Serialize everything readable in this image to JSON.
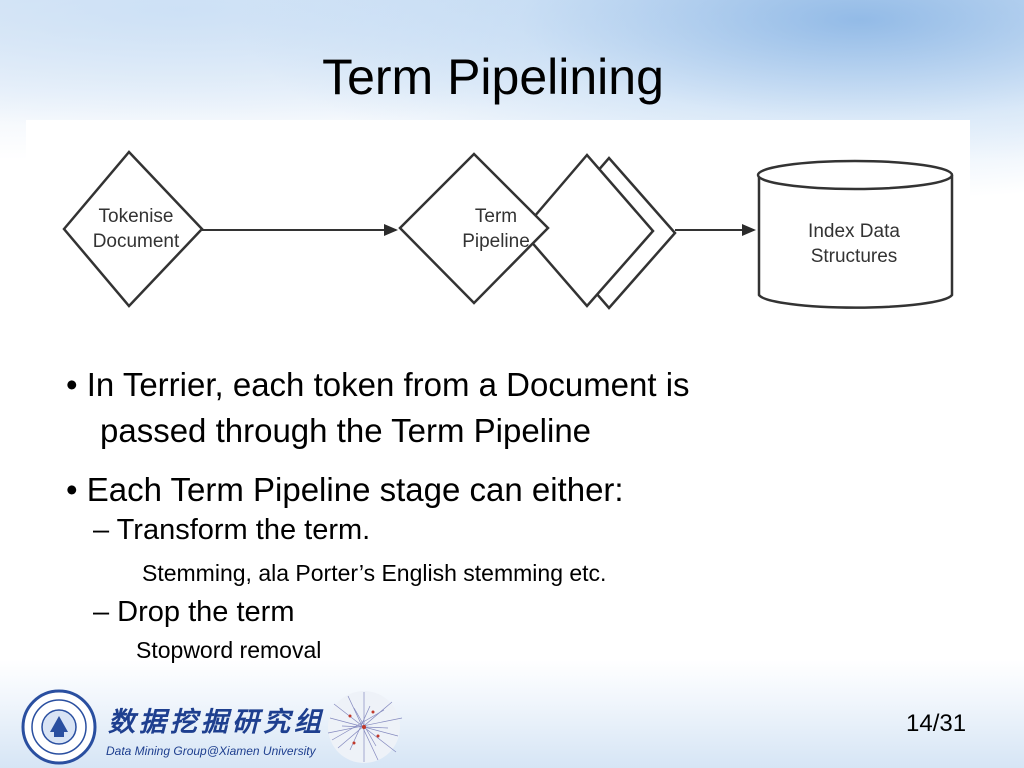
{
  "slide": {
    "title": "Term Pipelining"
  },
  "diagram": {
    "nodes": [
      {
        "id": "tokenise",
        "line1": "Tokenise",
        "line2": "Document"
      },
      {
        "id": "pipeline",
        "line1": "Term",
        "line2": "Pipeline"
      },
      {
        "id": "index",
        "line1": "Index Data",
        "line2": "Structures"
      }
    ]
  },
  "bullets": {
    "b1_line1": "• In Terrier, each token from a Document is",
    "b1_line2": "passed through the Term Pipeline",
    "b2": "• Each Term Pipeline stage can either:",
    "sub1": "– Transform the term.",
    "sub1_note": "Stemming, ala Porter’s English stemming etc.",
    "sub2": "– Drop the term",
    "sub2_note": "Stopword removal"
  },
  "footer": {
    "group_cn": "数据挖掘研究组",
    "group_en": "Data Mining Group@Xiamen University",
    "page": "14/31"
  },
  "colors": {
    "brand_blue": "#1e3f8f",
    "header_gradient": "#78aae1"
  }
}
